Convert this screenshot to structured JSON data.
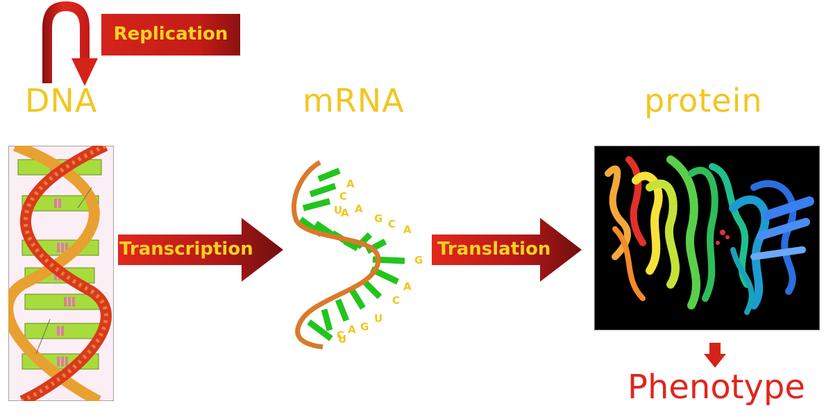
{
  "labels": {
    "replication": "Replication",
    "dna": "DNA",
    "mrna": "mRNA",
    "protein": "protein",
    "transcription": "Transcription",
    "translation": "Translation",
    "phenotype": "Phenotype"
  },
  "mrna_bases": [
    "A",
    "C",
    "U",
    "A",
    "A",
    "G",
    "C",
    "A",
    "G",
    "A",
    "C",
    "U",
    "G",
    "A",
    "U",
    "C"
  ],
  "colors": {
    "heading_text": "#f2c61f",
    "arrow_red": "#e0261c",
    "arrow_dark": "#7a1010",
    "phenotype_text": "#e0261c",
    "backbone": "#d97a2b",
    "base_green": "#22c51c"
  }
}
